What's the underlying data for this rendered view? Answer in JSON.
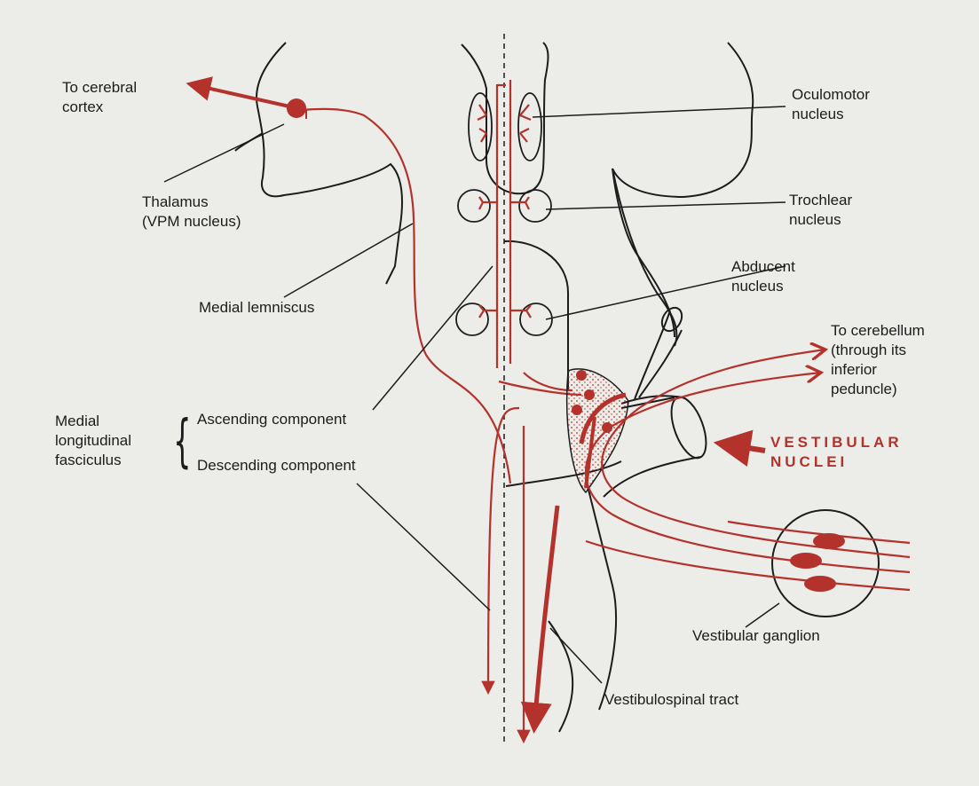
{
  "labels": {
    "to_cerebral_cortex": [
      "To cerebral",
      "cortex"
    ],
    "oculomotor_nucleus": [
      "Oculomotor",
      "nucleus"
    ],
    "thalamus": [
      "Thalamus",
      "(VPM nucleus)"
    ],
    "trochlear_nucleus": [
      "Trochlear",
      "nucleus"
    ],
    "abducent_nucleus": [
      "Abducent",
      "nucleus"
    ],
    "medial_lemniscus": "Medial lemniscus",
    "to_cerebellum": [
      "To cerebellum",
      "(through its",
      "inferior",
      "peduncle)"
    ],
    "medial_longitudinal_fasciculus": [
      "Medial",
      "longitudinal",
      "fasciculus"
    ],
    "ascending_component": "Ascending component",
    "descending_component": "Descending component",
    "vestibular_nuclei": [
      "VESTIBULAR",
      "NUCLEI"
    ],
    "vestibular_ganglion": "Vestibular ganglion",
    "vestibulospinal_tract": "Vestibulospinal tract"
  },
  "colors": {
    "pathway": "#b3322b",
    "outline": "#1c1c1c",
    "background": "#ecece8"
  }
}
